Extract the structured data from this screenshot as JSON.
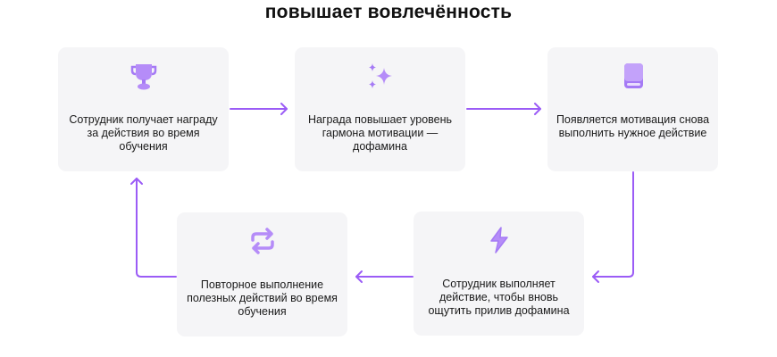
{
  "title": "повышает вовлечённость",
  "accent_color": "#9b5cf6",
  "steps": [
    {
      "icon": "trophy-icon",
      "text": "Сотрудник получает награду за действия во время обучения"
    },
    {
      "icon": "sparkles-icon",
      "text": "Награда повышает уровень гармона мотивации — дофамина"
    },
    {
      "icon": "book-icon",
      "text": "Появляется мотивация снова выполнить нужное действие"
    },
    {
      "icon": "lightning-icon",
      "text": "Сотрудник выполняет действие, чтобы вновь ощутить прилив дофамина"
    },
    {
      "icon": "repeat-icon",
      "text": "Повторное выполнение полезных действий во время обучения"
    }
  ]
}
